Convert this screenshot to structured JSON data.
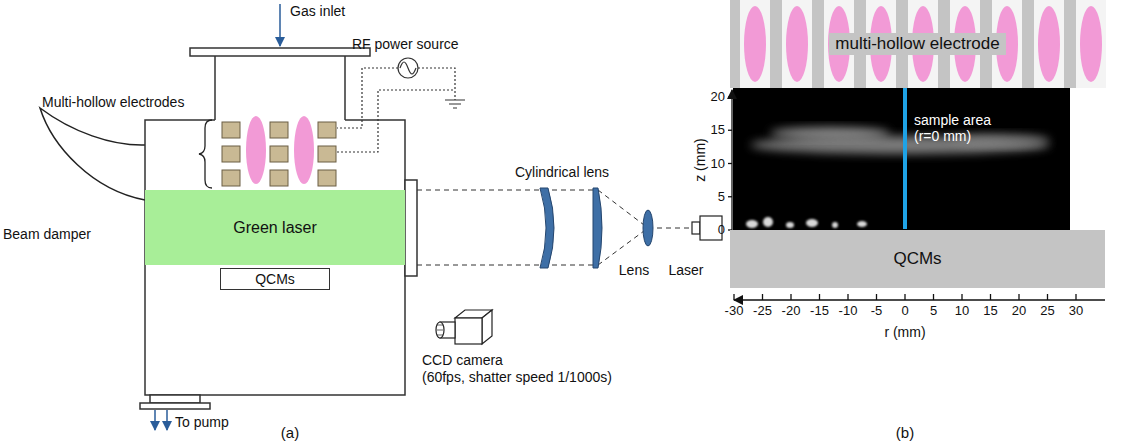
{
  "diagram": {
    "nodes": [
      {
        "text": [
          "Green laser"
        ]
      },
      {
        "text": [
          "QCMs"
        ]
      },
      {
        "text": [
          "multi-hollow electrode"
        ]
      },
      {
        "text": [
          "QCMs"
        ]
      }
    ],
    "labels": [
      "Gas inlet",
      "RF power source",
      "Multi-hollow electrodes",
      "Beam damper",
      "Cylindrical lens",
      "Lens",
      "Laser",
      "CCD camera",
      "(60fps, shatter speed 1/1000s)",
      "To pump",
      "(a)",
      "z (mm)",
      "20",
      "15",
      "10",
      "5",
      "0",
      "sample area (r=0 mm)",
      "-30",
      "-25",
      "-20",
      "-15",
      "-10",
      "-5",
      "0",
      "5",
      "10",
      "15",
      "20",
      "25",
      "30",
      "r (mm)",
      "(b)"
    ]
  }
}
